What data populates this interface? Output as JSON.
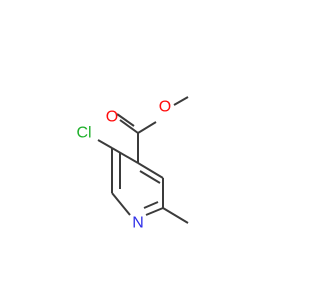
{
  "molecule": {
    "atoms": [
      {
        "id": "O_carbonyl",
        "label": "O",
        "color": "#ff0d0d"
      },
      {
        "id": "O_ether",
        "label": "O",
        "color": "#ff0d0d"
      },
      {
        "id": "Cl",
        "label": "Cl",
        "color": "#1fb02b"
      },
      {
        "id": "N_ring",
        "label": "N",
        "color": "#2f2fe8"
      }
    ],
    "bond_color": "#3b3b3b",
    "background": "#ffffff"
  }
}
